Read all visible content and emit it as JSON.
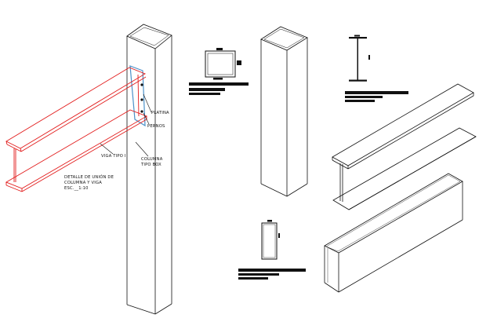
{
  "colors": {
    "beam_detail": "#e21b1b",
    "plate": "#4a90c8",
    "line": "#111111",
    "background": "#ffffff"
  },
  "labels": {
    "platina": "PLATINA",
    "pernos": "PERNOS",
    "viga": "VIGA TIPO I",
    "columna_line1": "COLUMNA",
    "columna_line2": "TIPO BOX",
    "detalle_line1": "DETALLE DE UNIÓN DE",
    "detalle_line2": "COLUMNA Y VIGA",
    "detalle_line3": "ESC.__1:10"
  },
  "icons": {
    "box_section": "hollow-rectangle-section-icon",
    "i_section": "i-beam-section-icon"
  }
}
